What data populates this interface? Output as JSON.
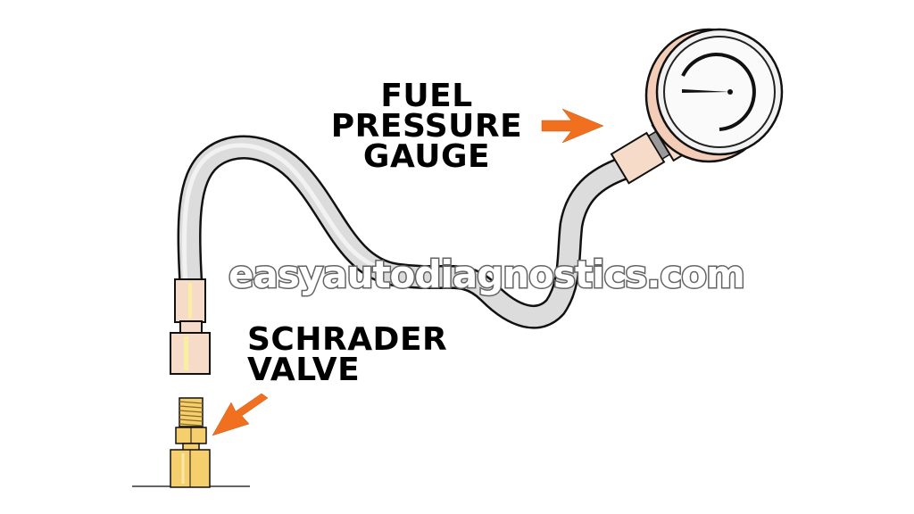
{
  "labels": {
    "gauge_line1": "FUEL",
    "gauge_line2": "PRESSURE",
    "gauge_line3": "GAUGE",
    "valve_line1": "SCHRADER",
    "valve_line2": "VALVE"
  },
  "watermark": "easyautodiagnostics.com",
  "icons": {
    "gauge": "pressure-gauge-icon",
    "hose": "fuel-hose-icon",
    "valve": "schrader-valve-icon",
    "arrow": "orange-arrow-icon"
  },
  "colors": {
    "arrow": "#f07020",
    "hose": "#d8d8d8",
    "fitting": "#f6dcc8",
    "valve_brass": "#f5cf6e"
  }
}
